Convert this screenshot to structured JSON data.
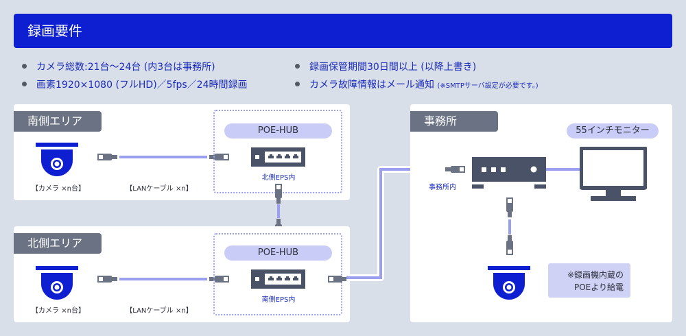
{
  "header": {
    "title": "録画要件"
  },
  "requirements": {
    "left": [
      {
        "text": "カメラ総数:21台〜24台 (内3台は事務所)"
      },
      {
        "text": "画素1920×1080 (フルHD)／5fps／24時間録画"
      }
    ],
    "right": [
      {
        "text": "録画保管期間30日間以上 (以降上書き)",
        "note": ""
      },
      {
        "text": "カメラ故障情報はメール通知",
        "note": "(※SMTPサーバ設定が必要です。)"
      }
    ]
  },
  "south_area": {
    "tag": "南側エリア",
    "camera_label": "【カメラ ×n台】",
    "cable_label": "【LANケーブル ×n】",
    "hub_label": "POE-HUB",
    "hub_location": "北側EPS内"
  },
  "north_area": {
    "tag": "北側エリア",
    "camera_label": "【カメラ ×n台】",
    "cable_label": "【LANケーブル ×n】",
    "hub_label": "POE-HUB",
    "hub_location": "南側EPS内"
  },
  "office": {
    "tag": "事務所",
    "recorder_location": "事務所内",
    "monitor_label": "55インチモニター",
    "note_line1": "※録画機内蔵の",
    "note_line2": "POEより給電"
  },
  "colors": {
    "header_bg": "#0e1fd2",
    "camera": "#0e1fd2",
    "cable": "#9a9ff0",
    "device": "#4a5268",
    "tag_bg": "#6a7283",
    "pill_bg": "#c9ccf7"
  }
}
